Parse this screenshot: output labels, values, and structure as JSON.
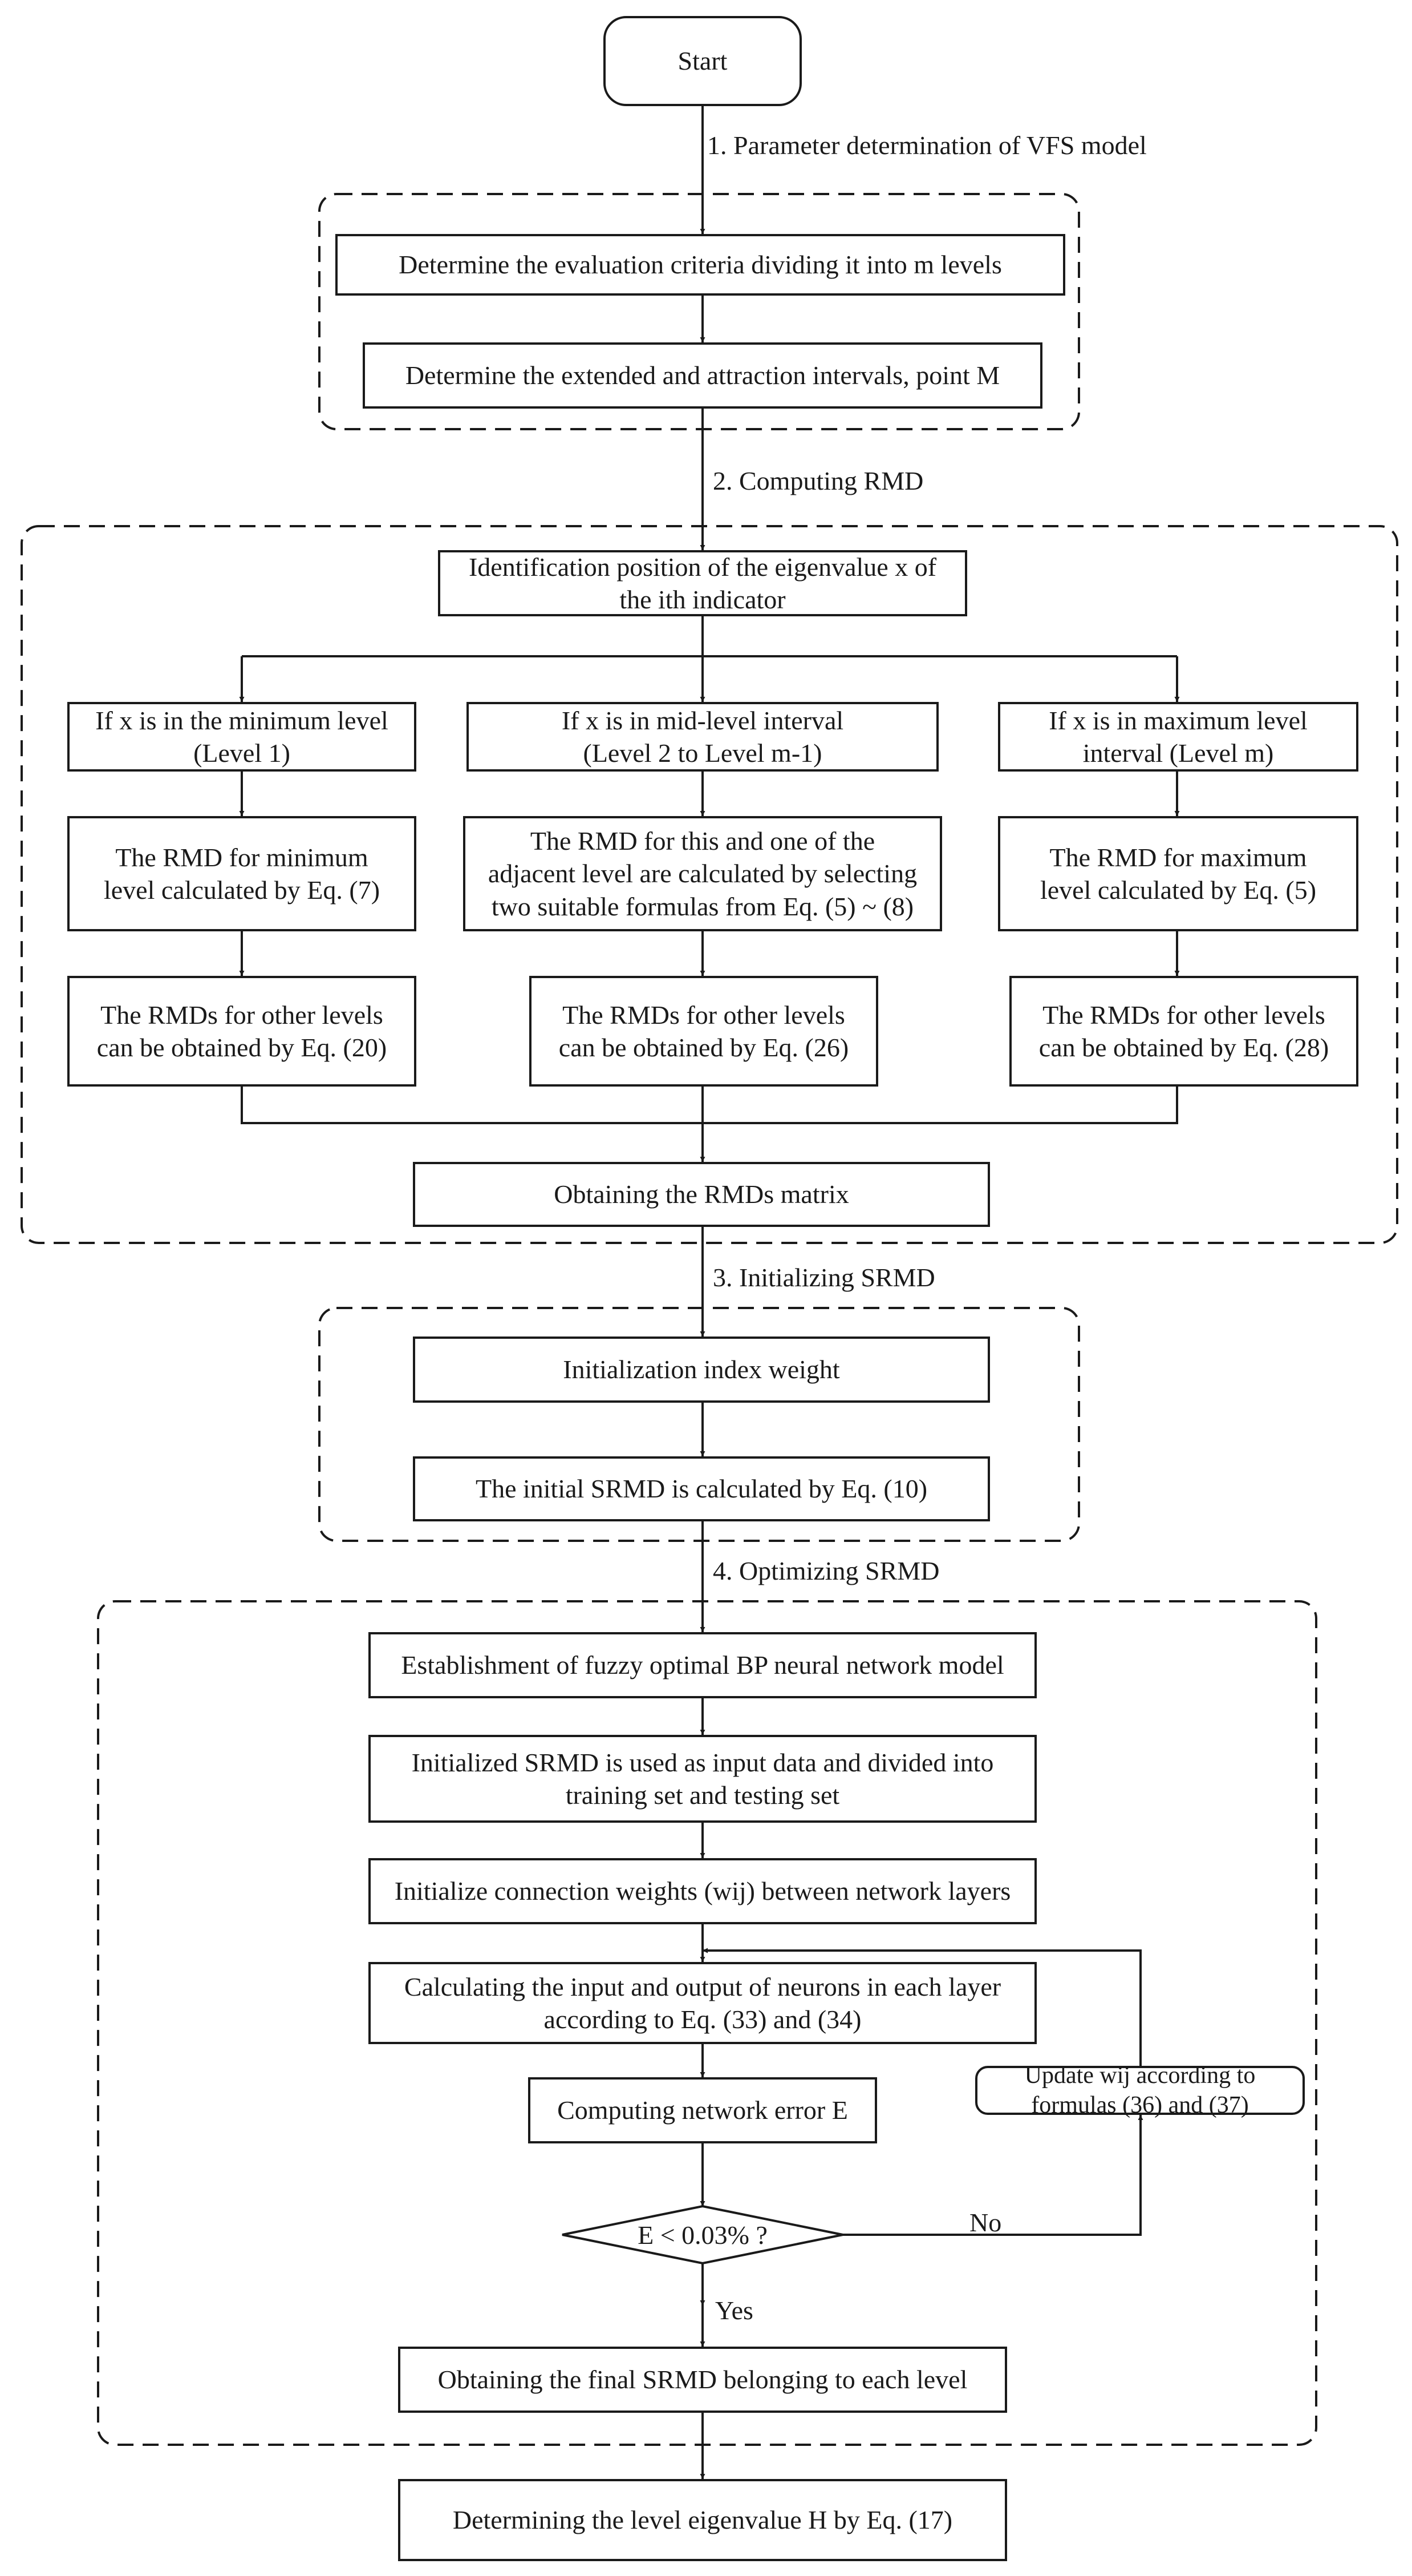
{
  "start": "Start",
  "steps": {
    "s1": "1. Parameter determination of VFS model",
    "s2": "2. Computing RMD",
    "s3": "3. Initializing SRMD",
    "s4": "4. Optimizing SRMD"
  },
  "phase1": {
    "b1": "Determine the evaluation criteria dividing it into m levels",
    "b2": "Determine the extended and attraction intervals,  point M"
  },
  "phase2": {
    "ident_a": "Identification position of  the eigenvalue x of",
    "ident_b": "the ith indicator",
    "left": {
      "cond_a": "If x is in the minimum level",
      "cond_b": "(Level 1)",
      "rmd_a": "The RMD for minimum",
      "rmd_b": "level calculated by Eq. (7)",
      "oth_a": "The RMDs for other levels",
      "oth_b": "can be obtained by Eq. (20)"
    },
    "mid": {
      "cond_a": "If x is in mid-level interval",
      "cond_b": "(Level 2 to Level m-1)",
      "rmd_a": "The RMD  for this and one of the",
      "rmd_b": "adjacent level are calculated by selecting",
      "rmd_c": "two suitable formulas from Eq. (5) ~ (8)",
      "oth_a": "The RMDs for other levels",
      "oth_b": "can be obtained by Eq. (26)"
    },
    "right": {
      "cond_a": "If x is in maximum level",
      "cond_b": "interval (Level m)",
      "rmd_a": "The RMD for maximum",
      "rmd_b": "level calculated by Eq. (5)",
      "oth_a": "The RMDs for other levels",
      "oth_b": "can be obtained by Eq. (28)"
    },
    "matrix": "Obtaining the RMDs matrix"
  },
  "phase3": {
    "b1": "Initialization index weight",
    "b2": "The initial SRMD is calculated by Eq. (10)"
  },
  "phase4": {
    "b1": "Establishment of fuzzy optimal BP neural network model",
    "b2_a": "Initialized SRMD is used as input data and divided into",
    "b2_b": "training set and testing set",
    "b3": "Initialize connection weights (wij) between network layers",
    "b4_a": "Calculating the input and output of neurons in each layer",
    "b4_b": "according to Eq. (33) and (34)",
    "b5": "Computing network error E",
    "decision": "E < 0.03% ?",
    "no": "No",
    "yes": "Yes",
    "update_a": "Update wij according to",
    "update_b": "formulas (36) and (37)",
    "final": "Obtaining the final SRMD belonging to each  level"
  },
  "end": "Determining the level eigenvalue H by Eq. (17)"
}
